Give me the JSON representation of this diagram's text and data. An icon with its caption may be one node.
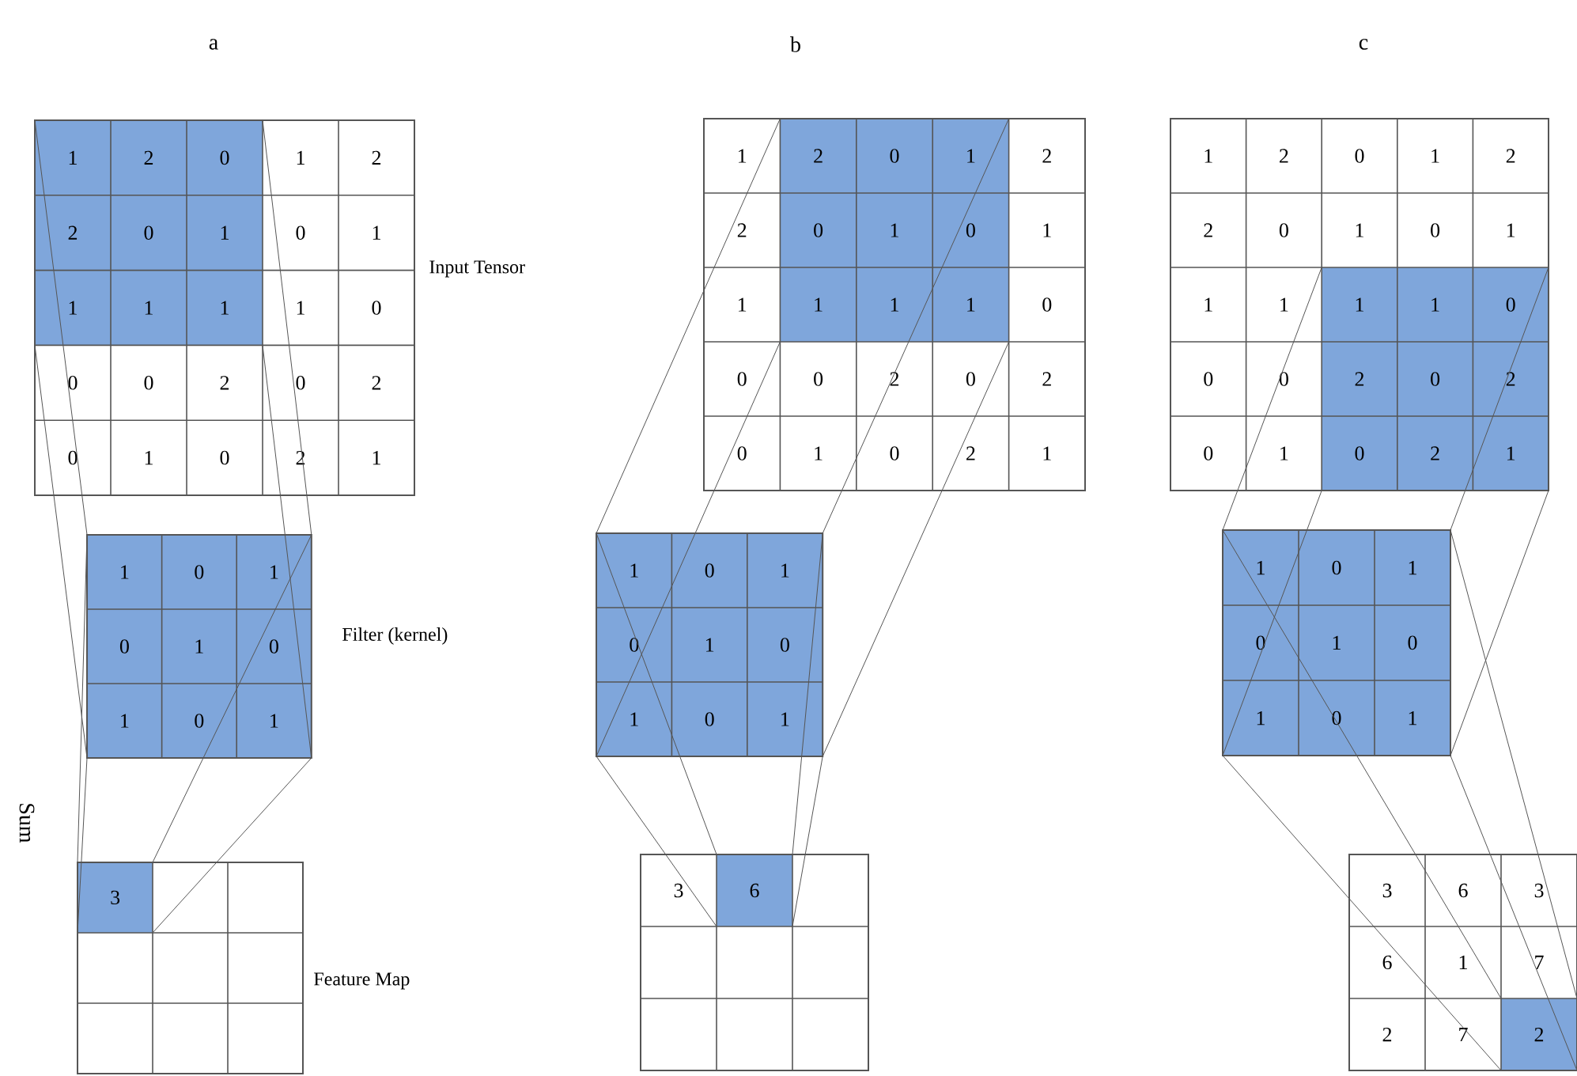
{
  "diagram": {
    "nodes": [
      {
        "text": [
          "1",
          "2",
          "0",
          "1",
          "2",
          "2",
          "0",
          "1",
          "0",
          "1",
          "1",
          "1",
          "1",
          "1",
          "0",
          "0",
          "0",
          "2",
          "0",
          "2",
          "0",
          "1",
          "0",
          "2",
          "1"
        ],
        "beside": [
          "Input Tensor"
        ]
      },
      {
        "text": [
          "1",
          "0",
          "1",
          "0",
          "1",
          "0",
          "1",
          "0",
          "1"
        ],
        "beside": [
          "Filter (kernel)"
        ]
      },
      {
        "text": [
          "3"
        ],
        "beside": [
          "Feature Map"
        ]
      },
      {
        "text": [
          "1",
          "2",
          "0",
          "1",
          "2",
          "2",
          "0",
          "1",
          "0",
          "1",
          "1",
          "1",
          "1",
          "1",
          "0",
          "0",
          "0",
          "2",
          "0",
          "2",
          "0",
          "1",
          "0",
          "2",
          "1"
        ]
      },
      {
        "text": [
          "1",
          "0",
          "1",
          "0",
          "1",
          "0",
          "1",
          "0",
          "1"
        ]
      },
      {
        "text": [
          "3",
          "6"
        ]
      },
      {
        "text": [
          "1",
          "2",
          "0",
          "1",
          "2",
          "2",
          "0",
          "1",
          "0",
          "1",
          "1",
          "1",
          "1",
          "1",
          "0",
          "0",
          "0",
          "2",
          "0",
          "2",
          "0",
          "1",
          "0",
          "2",
          "1"
        ]
      },
      {
        "text": [
          "1",
          "0",
          "1",
          "0",
          "1",
          "0",
          "1",
          "0",
          "1"
        ]
      },
      {
        "text": [
          "3",
          "6",
          "3",
          "6",
          "1",
          "7",
          "2",
          "7",
          "2"
        ]
      }
    ],
    "edges": [
      {
        "from": 0,
        "to": 1,
        "arrow": "none"
      },
      {
        "from": 0,
        "to": 1,
        "arrow": "none"
      },
      {
        "from": 0,
        "to": 1,
        "arrow": "none"
      },
      {
        "from": 0,
        "to": 1,
        "arrow": "none"
      },
      {
        "from": 1,
        "to": 2,
        "arrow": "none"
      },
      {
        "from": 1,
        "to": 2,
        "arrow": "none"
      },
      {
        "from": 1,
        "to": 2,
        "arrow": "none"
      },
      {
        "from": 1,
        "to": 2,
        "arrow": "none"
      },
      {
        "from": 3,
        "to": 4,
        "arrow": "none"
      },
      {
        "from": 3,
        "to": 4,
        "arrow": "none"
      },
      {
        "from": 3,
        "to": 4,
        "arrow": "none"
      },
      {
        "from": 3,
        "to": 4,
        "arrow": "none"
      },
      {
        "from": 4,
        "to": 5,
        "arrow": "none"
      },
      {
        "from": 4,
        "to": 5,
        "arrow": "none"
      },
      {
        "from": 4,
        "to": 5,
        "arrow": "none"
      },
      {
        "from": 4,
        "to": 5,
        "arrow": "none"
      },
      {
        "from": 6,
        "to": 7,
        "arrow": "none"
      },
      {
        "from": 6,
        "to": 7,
        "arrow": "none"
      },
      {
        "from": 6,
        "to": 7,
        "arrow": "none"
      },
      {
        "from": 6,
        "to": 7,
        "arrow": "none"
      },
      {
        "from": 7,
        "to": 8,
        "arrow": "none"
      },
      {
        "from": 7,
        "to": 8,
        "arrow": "none"
      },
      {
        "from": 7,
        "to": 8,
        "arrow": "none"
      },
      {
        "from": 7,
        "to": 8,
        "arrow": "none"
      }
    ],
    "labels": [
      "a",
      "b",
      "c",
      "Sum"
    ]
  }
}
